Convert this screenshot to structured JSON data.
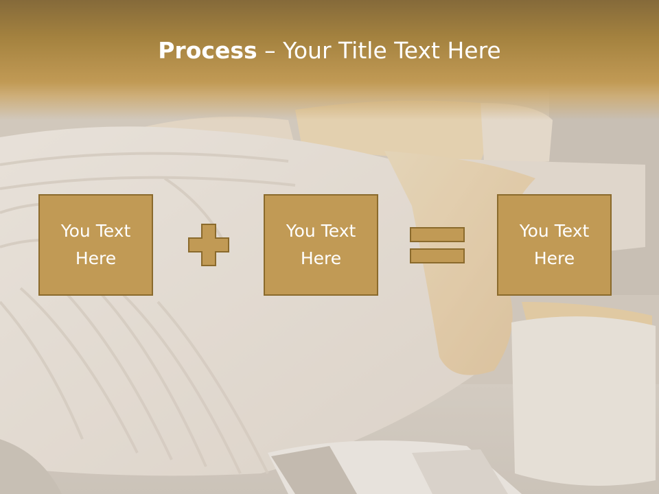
{
  "slide": {
    "title_bold": "Process",
    "title_rest": " – Your Title Text Here",
    "boxes": [
      {
        "text": "You Text Here"
      },
      {
        "text": "You Text Here"
      },
      {
        "text": "You Text Here"
      }
    ],
    "operators": [
      "plus-icon",
      "equals-icon"
    ]
  },
  "colors": {
    "title_band": "#a4823f",
    "box_fill": "#c19a55",
    "box_border": "#8a6a2c",
    "text": "#ffffff",
    "background": "#d8d2cb"
  }
}
